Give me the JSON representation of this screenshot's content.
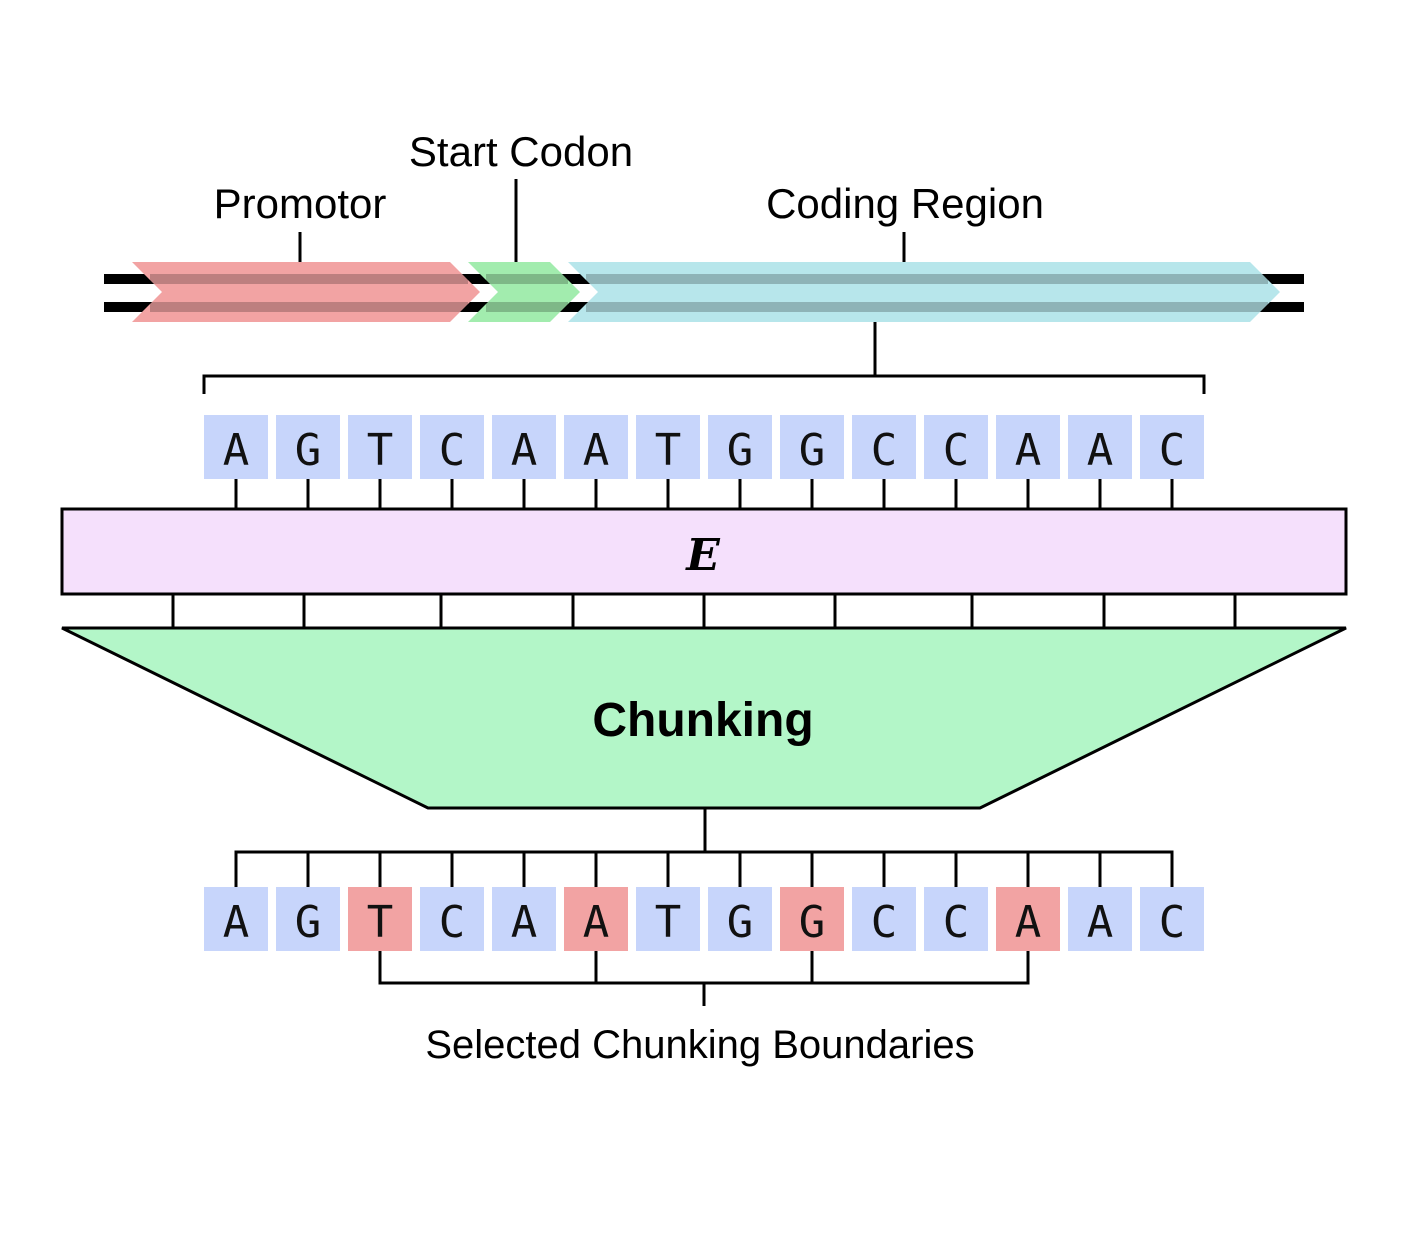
{
  "labels": {
    "promotor": "Promotor",
    "start_codon": "Start Codon",
    "coding_region": "Coding Region",
    "encoder": "E",
    "chunking": "Chunking",
    "selected_boundaries": "Selected Chunking Boundaries"
  },
  "sequence": [
    "A",
    "G",
    "T",
    "C",
    "A",
    "A",
    "T",
    "G",
    "G",
    "C",
    "C",
    "A",
    "A",
    "C"
  ],
  "selected_boundary_indices": [
    2,
    5,
    8,
    11
  ],
  "colors": {
    "nucleotide": "#c7d5fb",
    "selected": "#f2a3a3",
    "promotor": "#f2a3a3",
    "start_codon": "#a2ecae",
    "coding_region": "#b7e6eb",
    "encoder": "#f5e0fc",
    "chunking": "#b3f6c8",
    "strand": "#000000"
  },
  "icons": {
    "promotor": "arrow-segment",
    "start_codon": "arrow-segment",
    "coding_region": "arrow-segment"
  }
}
